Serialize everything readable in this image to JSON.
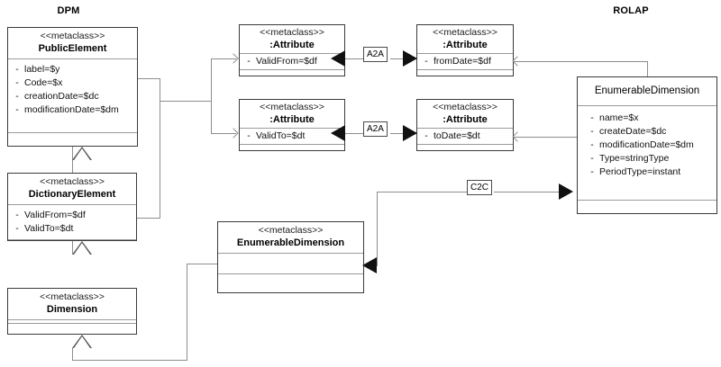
{
  "diagram": {
    "type": "uml-class-diagram",
    "sections": [
      {
        "id": "dpm",
        "title": "DPM"
      },
      {
        "id": "rolap",
        "title": "ROLAP"
      }
    ],
    "stereotype": "<<metaclass>>",
    "classes": [
      {
        "id": "public-element",
        "stereotype": "<<metaclass>>",
        "name": "PublicElement",
        "attributes": [
          {
            "visibility": "-",
            "text": "label=$y"
          },
          {
            "visibility": "-",
            "text": "Code=$x"
          },
          {
            "visibility": "-",
            "text": "creationDate=$dc"
          },
          {
            "visibility": "-",
            "text": "modificationDate=$dm"
          }
        ]
      },
      {
        "id": "dictionary-element",
        "stereotype": "<<metaclass>>",
        "name": "DictionaryElement",
        "attributes": [
          {
            "visibility": "-",
            "text": "ValidFrom=$df"
          },
          {
            "visibility": "-",
            "text": "ValidTo=$dt"
          }
        ]
      },
      {
        "id": "dimension",
        "stereotype": "<<metaclass>>",
        "name": "Dimension",
        "attributes": []
      },
      {
        "id": "attribute-validfrom",
        "stereotype": "<<metaclass>>",
        "name": ":Attribute",
        "attributes": [
          {
            "visibility": "-",
            "text": "ValidFrom=$df"
          }
        ]
      },
      {
        "id": "attribute-validto",
        "stereotype": "<<metaclass>>",
        "name": ":Attribute",
        "attributes": [
          {
            "visibility": "-",
            "text": "ValidTo=$dt"
          }
        ]
      },
      {
        "id": "attribute-fromdate",
        "stereotype": "<<metaclass>>",
        "name": ":Attribute",
        "attributes": [
          {
            "visibility": "-",
            "text": "fromDate=$df"
          }
        ]
      },
      {
        "id": "attribute-todate",
        "stereotype": "<<metaclass>>",
        "name": ":Attribute",
        "attributes": [
          {
            "visibility": "-",
            "text": "toDate=$dt"
          }
        ]
      },
      {
        "id": "enumerable-dimension-dpm",
        "stereotype": "<<metaclass>>",
        "name": "EnumerableDimension",
        "attributes": []
      },
      {
        "id": "enumerable-dimension-rolap",
        "stereotype": "",
        "name": "EnumerableDimension",
        "attributes": [
          {
            "visibility": "-",
            "text": "name=$x"
          },
          {
            "visibility": "-",
            "text": "createDate=$dc"
          },
          {
            "visibility": "-",
            "text": "modificationDate=$dm"
          },
          {
            "visibility": "-",
            "text": "Type=stringType"
          },
          {
            "visibility": "-",
            "text": "PeriodType=instant"
          }
        ]
      }
    ],
    "edge_labels": [
      {
        "id": "a2a-top",
        "text": "A2A"
      },
      {
        "id": "a2a-bottom",
        "text": "A2A"
      },
      {
        "id": "c2c",
        "text": "C2C"
      }
    ],
    "colors": {
      "line": "#8d8d8d",
      "border": "#3a3a3a",
      "divider": "#9a9a9a",
      "arrowhead": "#111111",
      "background": "#ffffff",
      "text": "#000000"
    }
  }
}
